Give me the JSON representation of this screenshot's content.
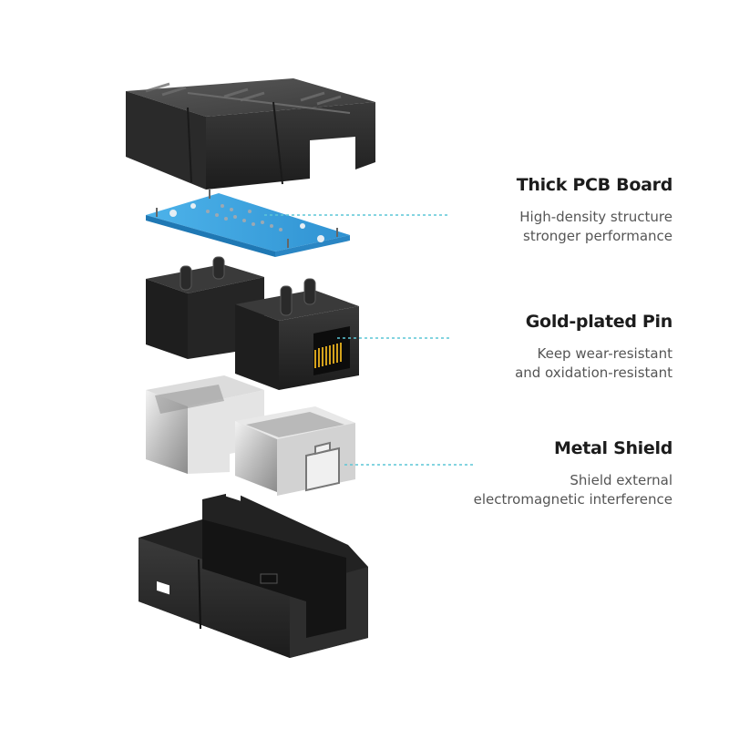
{
  "colors": {
    "background": "#ffffff",
    "housing": "#2b2b2b",
    "pcb": "#3aa3e0",
    "leader_line": "#5cc6d6",
    "metal": "#c9c9c9",
    "gold": "#d4a21c",
    "title_text": "#1c1c1c",
    "desc_text": "#555555"
  },
  "features": [
    {
      "title": "Thick PCB Board",
      "desc_line1": "High-density structure",
      "desc_line2": "stronger performance"
    },
    {
      "title": "Gold-plated Pin",
      "desc_line1": "Keep wear-resistant",
      "desc_line2": "and oxidation-resistant"
    },
    {
      "title": "Metal Shield",
      "desc_line1": "Shield external",
      "desc_line2": "electromagnetic interference"
    }
  ],
  "parts": [
    "top-cover",
    "pcb-board",
    "rj45-jacks",
    "metal-shields",
    "bottom-shell"
  ],
  "icons": [
    "rj45-port-icon"
  ]
}
